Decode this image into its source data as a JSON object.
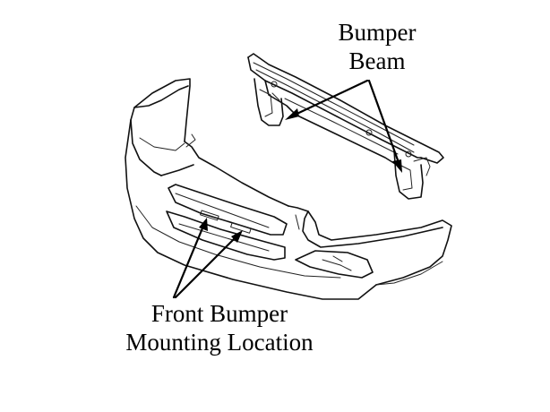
{
  "labels": {
    "bumper_beam": {
      "line1": "Bumper",
      "line2": "Beam"
    },
    "front_bumper": {
      "line1": "Front Bumper",
      "line2": "Mounting Location"
    }
  },
  "colors": {
    "ink": "#000000",
    "background": "#ffffff"
  }
}
